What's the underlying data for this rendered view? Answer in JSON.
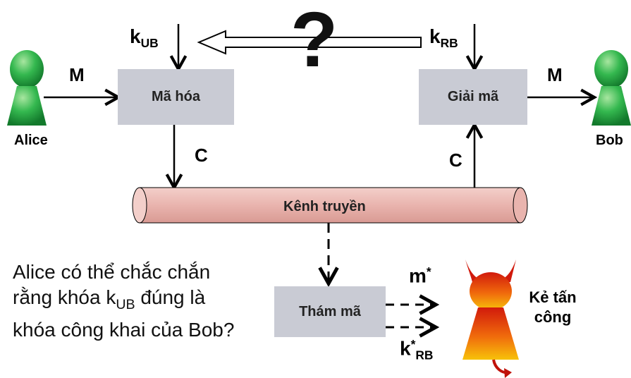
{
  "actors": {
    "alice": "Alice",
    "bob": "Bob",
    "attacker": "Kẻ tấn công"
  },
  "messages": {
    "m_left": "M",
    "m_right": "M",
    "c_left": "C",
    "c_right": "C",
    "m_star_base": "m",
    "m_star_sup": "*",
    "k_star_base": "k",
    "k_star_sup": "*",
    "k_star_sub": "RB"
  },
  "keys": {
    "kub_base": "k",
    "kub_sub": "UB",
    "krb_base": "k",
    "krb_sub": "RB"
  },
  "boxes": {
    "encrypt": "Mã hóa",
    "decrypt": "Giải mã",
    "cryptanalysis": "Thám mã",
    "channel": "Kênh truyền"
  },
  "question_mark": "?",
  "caption": {
    "part1": "Alice có thể chắc chắn rằng khóa k",
    "sub": "UB",
    "part2": " đúng là khóa công khai của Bob?"
  },
  "colors": {
    "person_green": "#2fb34a",
    "box_gray": "#c9cbd4",
    "channel_pink": "#e9b4ae",
    "devil_top": "#d11a0c",
    "devil_bottom": "#f7c20a"
  }
}
